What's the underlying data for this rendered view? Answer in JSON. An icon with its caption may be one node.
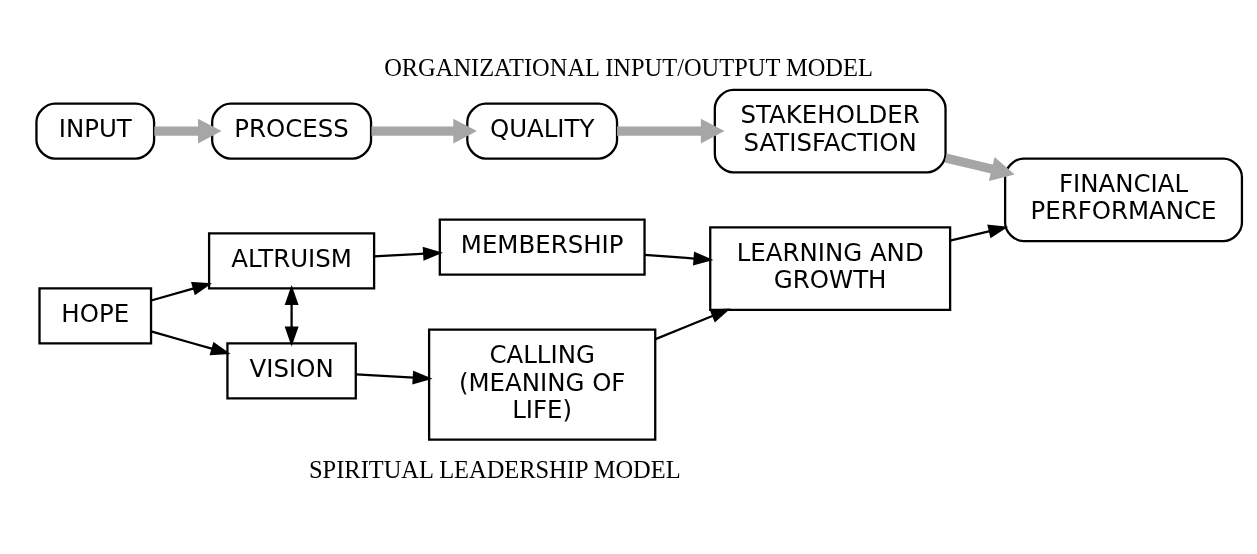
{
  "diagram": {
    "title": "ORGANIZATIONAL INPUT/OUTPUT MODEL",
    "caption": "SPIRITUAL LEADERSHIP MODEL",
    "nodes": [
      {
        "text": [
          "INPUT"
        ]
      },
      {
        "text": [
          "PROCESS"
        ]
      },
      {
        "text": [
          "QUALITY"
        ]
      },
      {
        "text": [
          "STAKEHOLDER SATISFACTION"
        ]
      },
      {
        "text": [
          "FINANCIAL PERFORMANCE"
        ]
      },
      {
        "text": [
          "HOPE"
        ]
      },
      {
        "text": [
          "VISION"
        ]
      },
      {
        "text": [
          "CALLING (MEANING OF LIFE)"
        ]
      },
      {
        "text": [
          "ALTRUISM"
        ]
      },
      {
        "text": [
          "MEMBERSHIP"
        ]
      },
      {
        "text": [
          "LEARNING AND GROWTH"
        ]
      }
    ],
    "edges": [
      {
        "from": 0,
        "to": 1,
        "arrow": "to",
        "style": "thick",
        "color": "#a6a6a6"
      },
      {
        "from": 1,
        "to": 2,
        "arrow": "to",
        "style": "thick",
        "color": "#a6a6a6"
      },
      {
        "from": 2,
        "to": 3,
        "arrow": "to",
        "style": "thick",
        "color": "#a6a6a6"
      },
      {
        "from": 3,
        "to": 4,
        "arrow": "to",
        "style": "thick",
        "color": "#a6a6a6"
      },
      {
        "from": 5,
        "to": 6,
        "arrow": "to"
      },
      {
        "from": 5,
        "to": 8,
        "arrow": "to"
      },
      {
        "from": 6,
        "to": 7,
        "arrow": "to"
      },
      {
        "from": 6,
        "to": 8,
        "arrow": "both"
      },
      {
        "from": 8,
        "to": 9,
        "arrow": "to"
      },
      {
        "from": 7,
        "to": 10,
        "arrow": "to"
      },
      {
        "from": 9,
        "to": 10,
        "arrow": "to"
      },
      {
        "from": 10,
        "to": 4,
        "arrow": "to"
      }
    ]
  }
}
